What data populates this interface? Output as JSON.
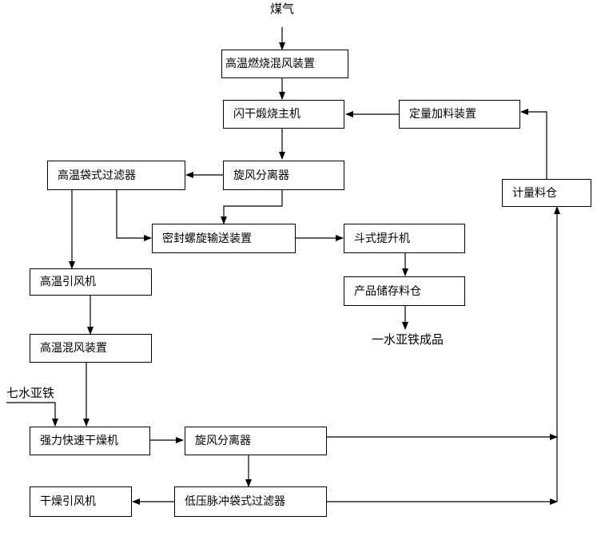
{
  "inputs": {
    "coal_gas": "煤气",
    "ferrous_sulfate_heptahydrate": "七水亚铁"
  },
  "product": "一水亚铁成品",
  "nodes": {
    "hot_mixer": "高温燃烧混风装置",
    "flash_calciner": "闪干煅烧主机",
    "dosing_feeder": "定量加料装置",
    "metering_bin": "计量料仓",
    "cyclone_1": "旋风分离器",
    "hot_bag_filter": "高温袋式过滤器",
    "sealed_screw": "密封螺旋输送装置",
    "bucket_elevator": "斗式提升机",
    "product_bin": "产品储存料仓",
    "hot_fan": "高温引风机",
    "hot_air_mixer": "高温混风装置",
    "fast_dryer": "强力快速干燥机",
    "cyclone_2": "旋风分离器",
    "pulse_bag_filter": "低压脉冲袋式过滤器",
    "dry_fan": "干燥引风机"
  }
}
